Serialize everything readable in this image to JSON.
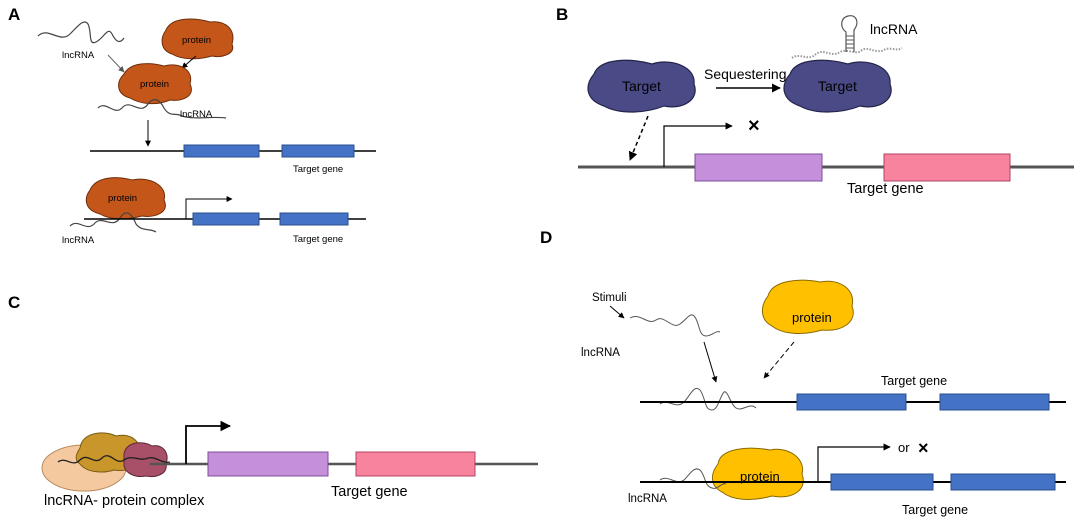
{
  "panels": {
    "A": {
      "label": "A",
      "lncrna_label_1": "lncRNA",
      "lncrna_label_2": "lncRNA",
      "lncrna_label_3": "lncRNA",
      "protein_label_1": "protein",
      "protein_label_2": "protein",
      "protein_label_3": "protein",
      "target_gene_1": "Target gene",
      "target_gene_2": "Target gene"
    },
    "B": {
      "label": "B",
      "lncrna_label": "lncRNA",
      "target_left": "Target",
      "target_right": "Target",
      "sequestering": "Sequestering",
      "blocked_mark": "×",
      "target_gene": "Target gene"
    },
    "C": {
      "label": "C",
      "complex_label": "lncRNA- protein complex",
      "target_gene": "Target gene"
    },
    "D": {
      "label": "D",
      "stimuli": "Stimuli",
      "lncrna_label_1": "lncRNA",
      "lncrna_label_2": "lncRNA",
      "protein_label_1": "protein",
      "protein_label_2": "protein",
      "target_gene_1": "Target gene",
      "target_gene_2": "Target gene",
      "or_text": "or",
      "blocked_mark": "×"
    }
  },
  "colors": {
    "protein_orange": "#c5561a",
    "target_purple": "#4a4a86",
    "gene_blue": "#4472c4",
    "gene_violet": "#c58fdc",
    "gene_pink": "#f8839f",
    "protein_yellow": "#ffc000",
    "complex_beige": "#f4c9a0",
    "complex_gold": "#c8962a",
    "complex_maroon": "#a85068"
  }
}
